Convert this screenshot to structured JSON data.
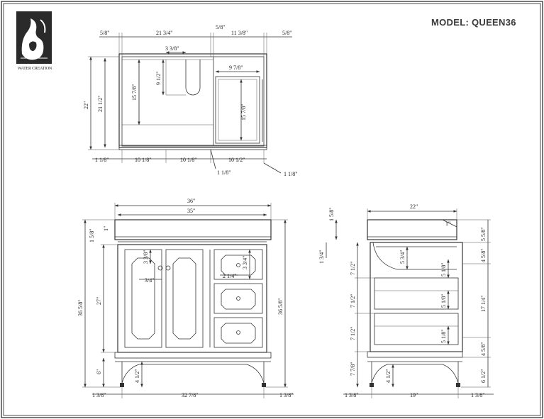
{
  "title": "MODEL: QUEEN36",
  "brand": {
    "name": "WATER CREATION",
    "icon": "brand-logo-icon"
  },
  "colors": {
    "line": "#333333",
    "border": "#222222",
    "title": "#3a3a3a"
  },
  "top_view": {
    "dims": {
      "left_margin": "5/8\"",
      "sink_width": "21 3/4\"",
      "gap": "5/8\"",
      "drawer_width": "11 3/8\"",
      "right_margin": "5/8\"",
      "faucet_offset": "3 3/8\"",
      "drawer_inner": "9 7/8\"",
      "depth_total": "22\"",
      "depth_inner": "21 1/2\"",
      "sink_depth": "15 7/8\"",
      "faucet_depth": "9 1/2\"",
      "drawer_depth": "15 7/8\"",
      "bottom_left": "1 1/8\"",
      "bottom_a": "10 1/8\"",
      "bottom_b": "10 1/8\"",
      "bottom_c": "10 1/2\"",
      "bottom_mid": "1 1/8\"",
      "bottom_right": "1 1/8\""
    }
  },
  "front_view": {
    "dims": {
      "overall_width": "36\"",
      "cabinet_width": "35\"",
      "top_thickness": "1 5/8\"",
      "top_small": "1\"",
      "cabinet_height": "27\"",
      "overall_height_left": "36 5/8\"",
      "overall_height_right": "36 5/8\"",
      "leg_height": "6\"",
      "leg_inner": "4 1/2\"",
      "door_gap": "3/4\"",
      "door_top": "3 3/8\"",
      "drawer_top": "3 3/4\"",
      "drawer_small": "2 1/4\"",
      "foot_left": "1 3/8\"",
      "foot_span": "32 7/8\"",
      "foot_right": "1 3/8\""
    }
  },
  "side_view": {
    "dims": {
      "depth": "22\"",
      "top_left": "1 5/8\"",
      "top_right": "1\"",
      "top_right_b": "5 5/8\"",
      "left_small": "1 3/4\"",
      "left_a": "7 1/2\"",
      "left_b": "7 1/2\"",
      "left_c": "7 1/2\"",
      "left_d": "7 7/8\"",
      "shelf_a": "5 3/4\"",
      "shelf_b": "5 1/8\"",
      "shelf_c": "5 1/8\"",
      "shelf_d": "5 1/8\"",
      "right_a": "4 5/8\"",
      "right_b": "17 1/4\"",
      "right_c": "4 5/8\"",
      "right_d": "6 1/2\"",
      "leg_inner": "4 1/2\"",
      "foot_left": "1 3/8\"",
      "foot_span": "19\"",
      "foot_right": "1 3/8\""
    }
  }
}
